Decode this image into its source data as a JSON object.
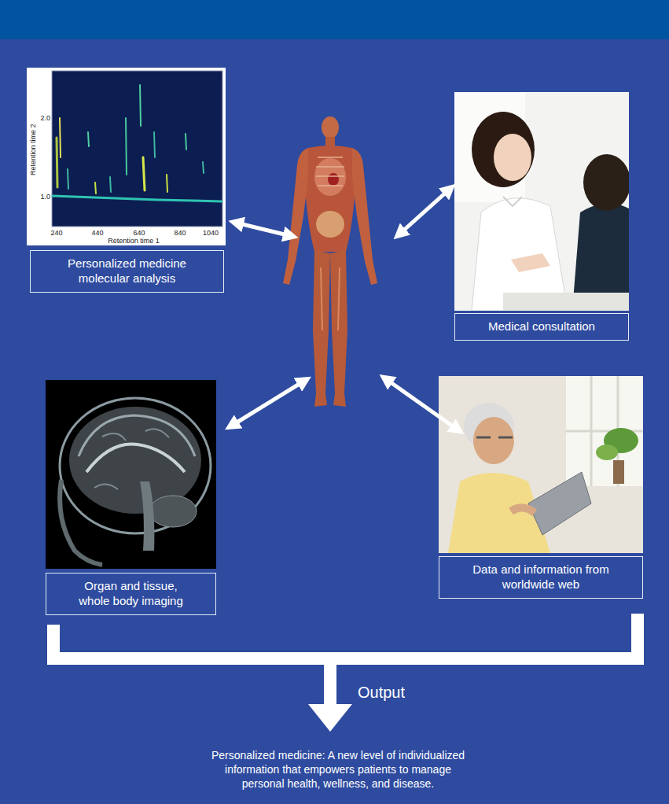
{
  "diagram": {
    "nodes": [
      {
        "text": [
          "Personalized medicine molecular analysis"
        ]
      },
      {
        "text": [
          "Medical consultation"
        ]
      },
      {
        "text": [
          "Organ and tissue, whole body imaging"
        ]
      },
      {
        "text": [
          "Data and information from worldwide web"
        ]
      }
    ],
    "labels": [
      "Retention time 2",
      "2.0",
      "1.0",
      "240",
      "440",
      "640",
      "840",
      "1040",
      "Retention time 1",
      "Output",
      "Personalized medicine: A new level of individualized information that empowers patients to manage personal health, wellness, and disease."
    ]
  }
}
